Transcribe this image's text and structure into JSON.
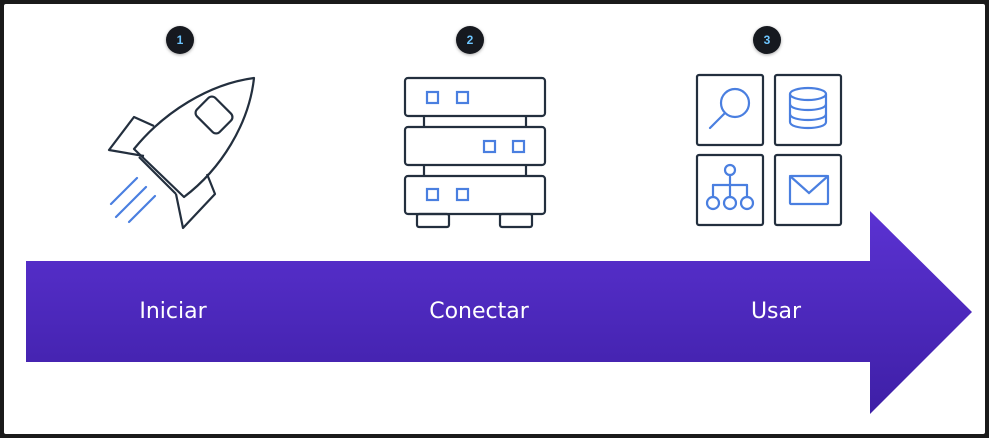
{
  "colors": {
    "arrow_light": "#5b32d2",
    "arrow_dark": "#3e1fa6",
    "icon_stroke": "#232f3e",
    "icon_accent": "#4a7fe0",
    "badge_bg": "#16191f",
    "badge_text": "#6ec6ff"
  },
  "steps": [
    {
      "number": "1",
      "label": "Iniciar",
      "icon": "rocket-icon"
    },
    {
      "number": "2",
      "label": "Conectar",
      "icon": "server-rack-icon"
    },
    {
      "number": "3",
      "label": "Usar",
      "icon": "services-grid-icon"
    }
  ]
}
